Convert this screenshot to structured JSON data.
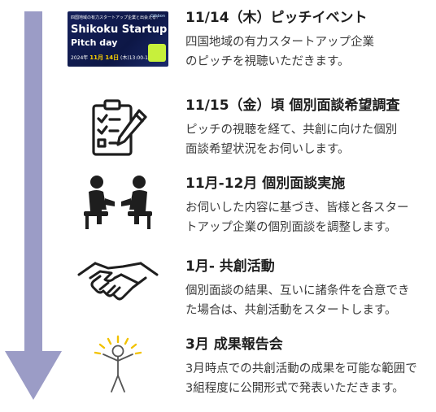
{
  "colors": {
    "arrow": "#9b9cc6",
    "title": "#1e1e1e"
  },
  "steps": [
    {
      "icon": "event-banner-icon",
      "title": "11/14（木）ピッチイベント",
      "desc": [
        "四国地域の有力スタートアップ企業",
        "のピッチを視聴いただきます。"
      ]
    },
    {
      "icon": "clipboard-checklist-icon",
      "title": "11/15（金）頃 個別面談希望調査",
      "desc": [
        "ピッチの視聴を経て、共創に向けた個別",
        "面談希望状況をお伺いします。"
      ]
    },
    {
      "icon": "meeting-people-icon",
      "title": "11月-12月  個別面談実施",
      "desc": [
        "お伺いした内容に基づき、皆様と各スター",
        "トアップ企業の個別面談を調整します。"
      ]
    },
    {
      "icon": "handshake-icon",
      "title": "1月-  共創活動",
      "desc": [
        "個別面談の結果、互いに諸条件を合意でき",
        "た場合は、共創活動をスタートします。"
      ]
    },
    {
      "icon": "celebration-icon",
      "title": "3月  成果報告会",
      "desc": [
        "3月時点での共創活動の成果を可能な範囲で",
        "3組程度に公開形式で発表いただきます。"
      ]
    }
  ],
  "banner": {
    "top_text": "四国地域の有力スタートアップ企業と出会える！",
    "logo": "Gibbon",
    "title_line1": "Shikoku Startup",
    "title_line2": "Pitch day",
    "date_year": "2024年",
    "date_day": "11月 14日",
    "date_time": "(木)13:00-17:00"
  }
}
